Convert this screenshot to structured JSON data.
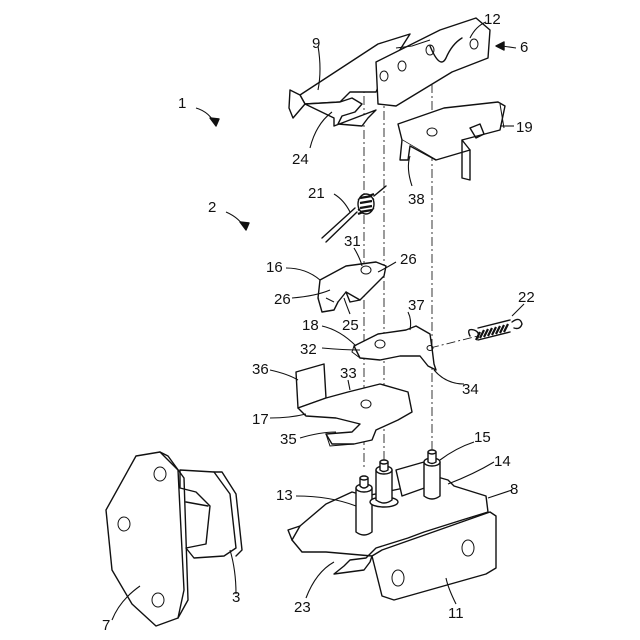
{
  "labels": {
    "l1": "1",
    "l2": "2",
    "l3": "3",
    "l6": "6",
    "l7": "7",
    "l8": "8",
    "l9": "9",
    "l11": "11",
    "l12": "12",
    "l13": "13",
    "l14": "14",
    "l15": "15",
    "l16": "16",
    "l17": "17",
    "l18": "18",
    "l19": "19",
    "l21": "21",
    "l22": "22",
    "l23": "23",
    "l24": "24",
    "l25": "25",
    "l26a": "26",
    "l26b": "26",
    "l31": "31",
    "l32": "32",
    "l33": "33",
    "l34": "34",
    "l35": "35",
    "l36": "36",
    "l37": "37",
    "l38": "38"
  }
}
